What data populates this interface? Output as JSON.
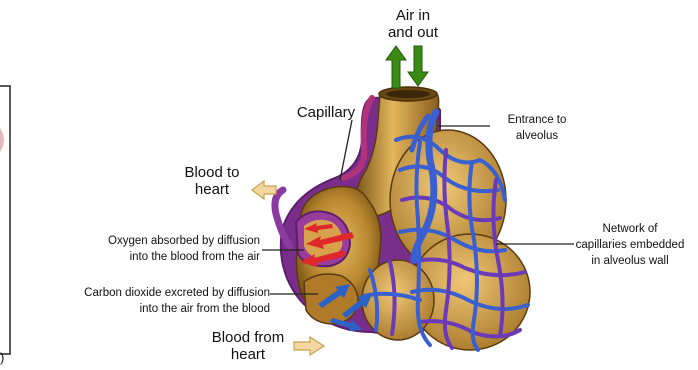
{
  "labels": {
    "air": "Air in\nand out",
    "capillary": "Capillary",
    "entrance": "Entrance to\nalveolus",
    "blood_to_heart": "Blood to\nheart",
    "network": "Network of\ncapillaries embedded\nin alveolus wall",
    "oxygen": "Oxygen absorbed by diffusion\ninto the blood from the air",
    "co2": "Carbon dioxide excreted by diffusion\ninto the air from the blood",
    "blood_from_heart": "Blood from\nheart"
  },
  "colors": {
    "alveolus": "#b8862e",
    "alveolus_dark": "#7a5418",
    "alveolus_light": "#e3b65c",
    "capillary_blue": "#3a5fd0",
    "capillary_purple": "#8a3aa0",
    "artery_pink": "#b0327a",
    "air_arrow": "#3a8a16",
    "oxygen_arrow": "#e0282a",
    "co2_arrow": "#2a62c8",
    "flow_arrow": "#f2d8a0"
  }
}
